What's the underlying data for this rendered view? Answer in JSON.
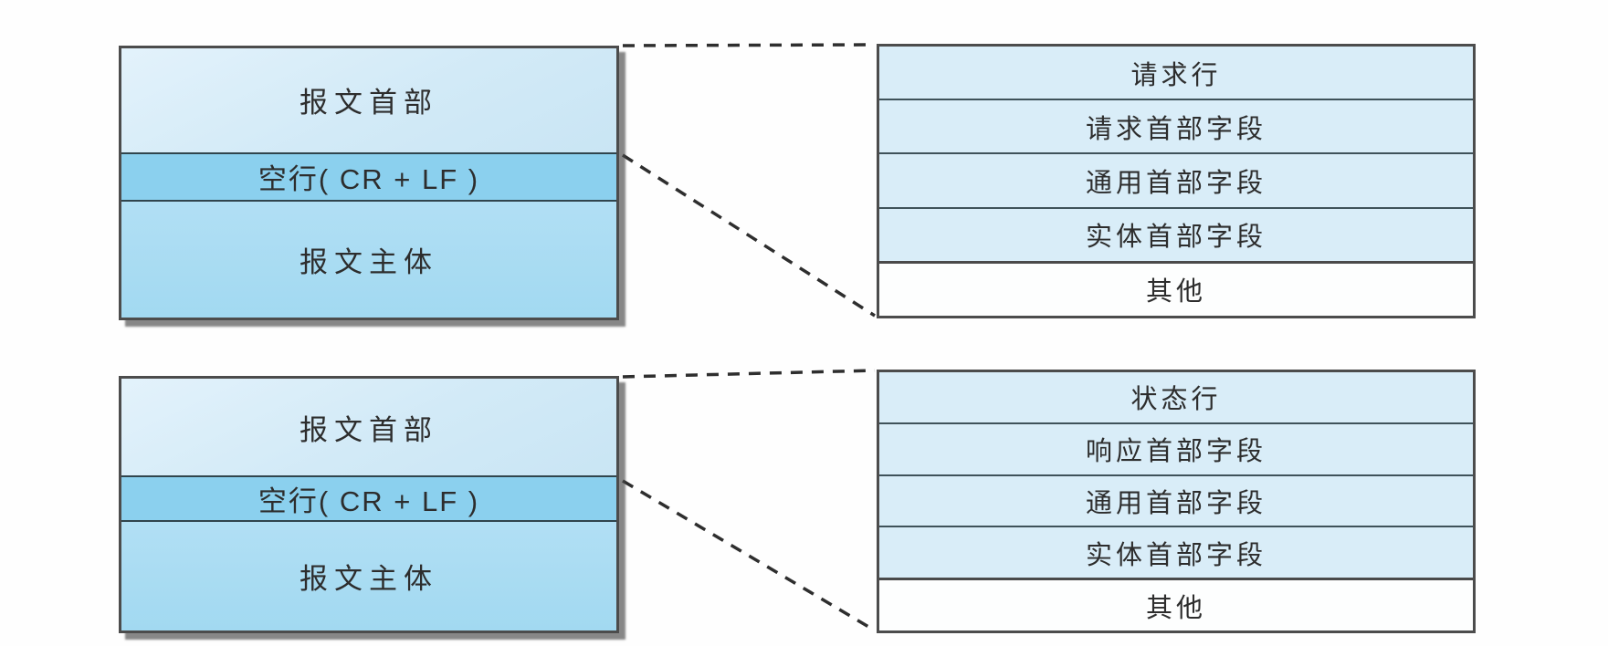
{
  "colors": {
    "box_border": "#4c4c4c",
    "row_divider": "#3f525a",
    "message_header_fill": "#d2eaf7",
    "blank_line_fill": "#8bd0ee",
    "message_body_fill": "#a8dcf2",
    "detail_row_fill": "#d9edf8",
    "detail_other_fill": "#fdfefe",
    "connector_line": "#2e2e2e",
    "text": "#2d2d2d",
    "shadow": "#6f6f6f",
    "background": "#fefefe"
  },
  "request_message": {
    "structure_rows": [
      "报文首部",
      "空行( CR + LF )",
      "报文主体"
    ],
    "header_detail_rows": [
      "请求行",
      "请求首部字段",
      "通用首部字段",
      "实体首部字段",
      "其他"
    ]
  },
  "response_message": {
    "structure_rows": [
      "报文首部",
      "空行( CR + LF )",
      "报文主体"
    ],
    "header_detail_rows": [
      "状态行",
      "响应首部字段",
      "通用首部字段",
      "实体首部字段",
      "其他"
    ]
  }
}
